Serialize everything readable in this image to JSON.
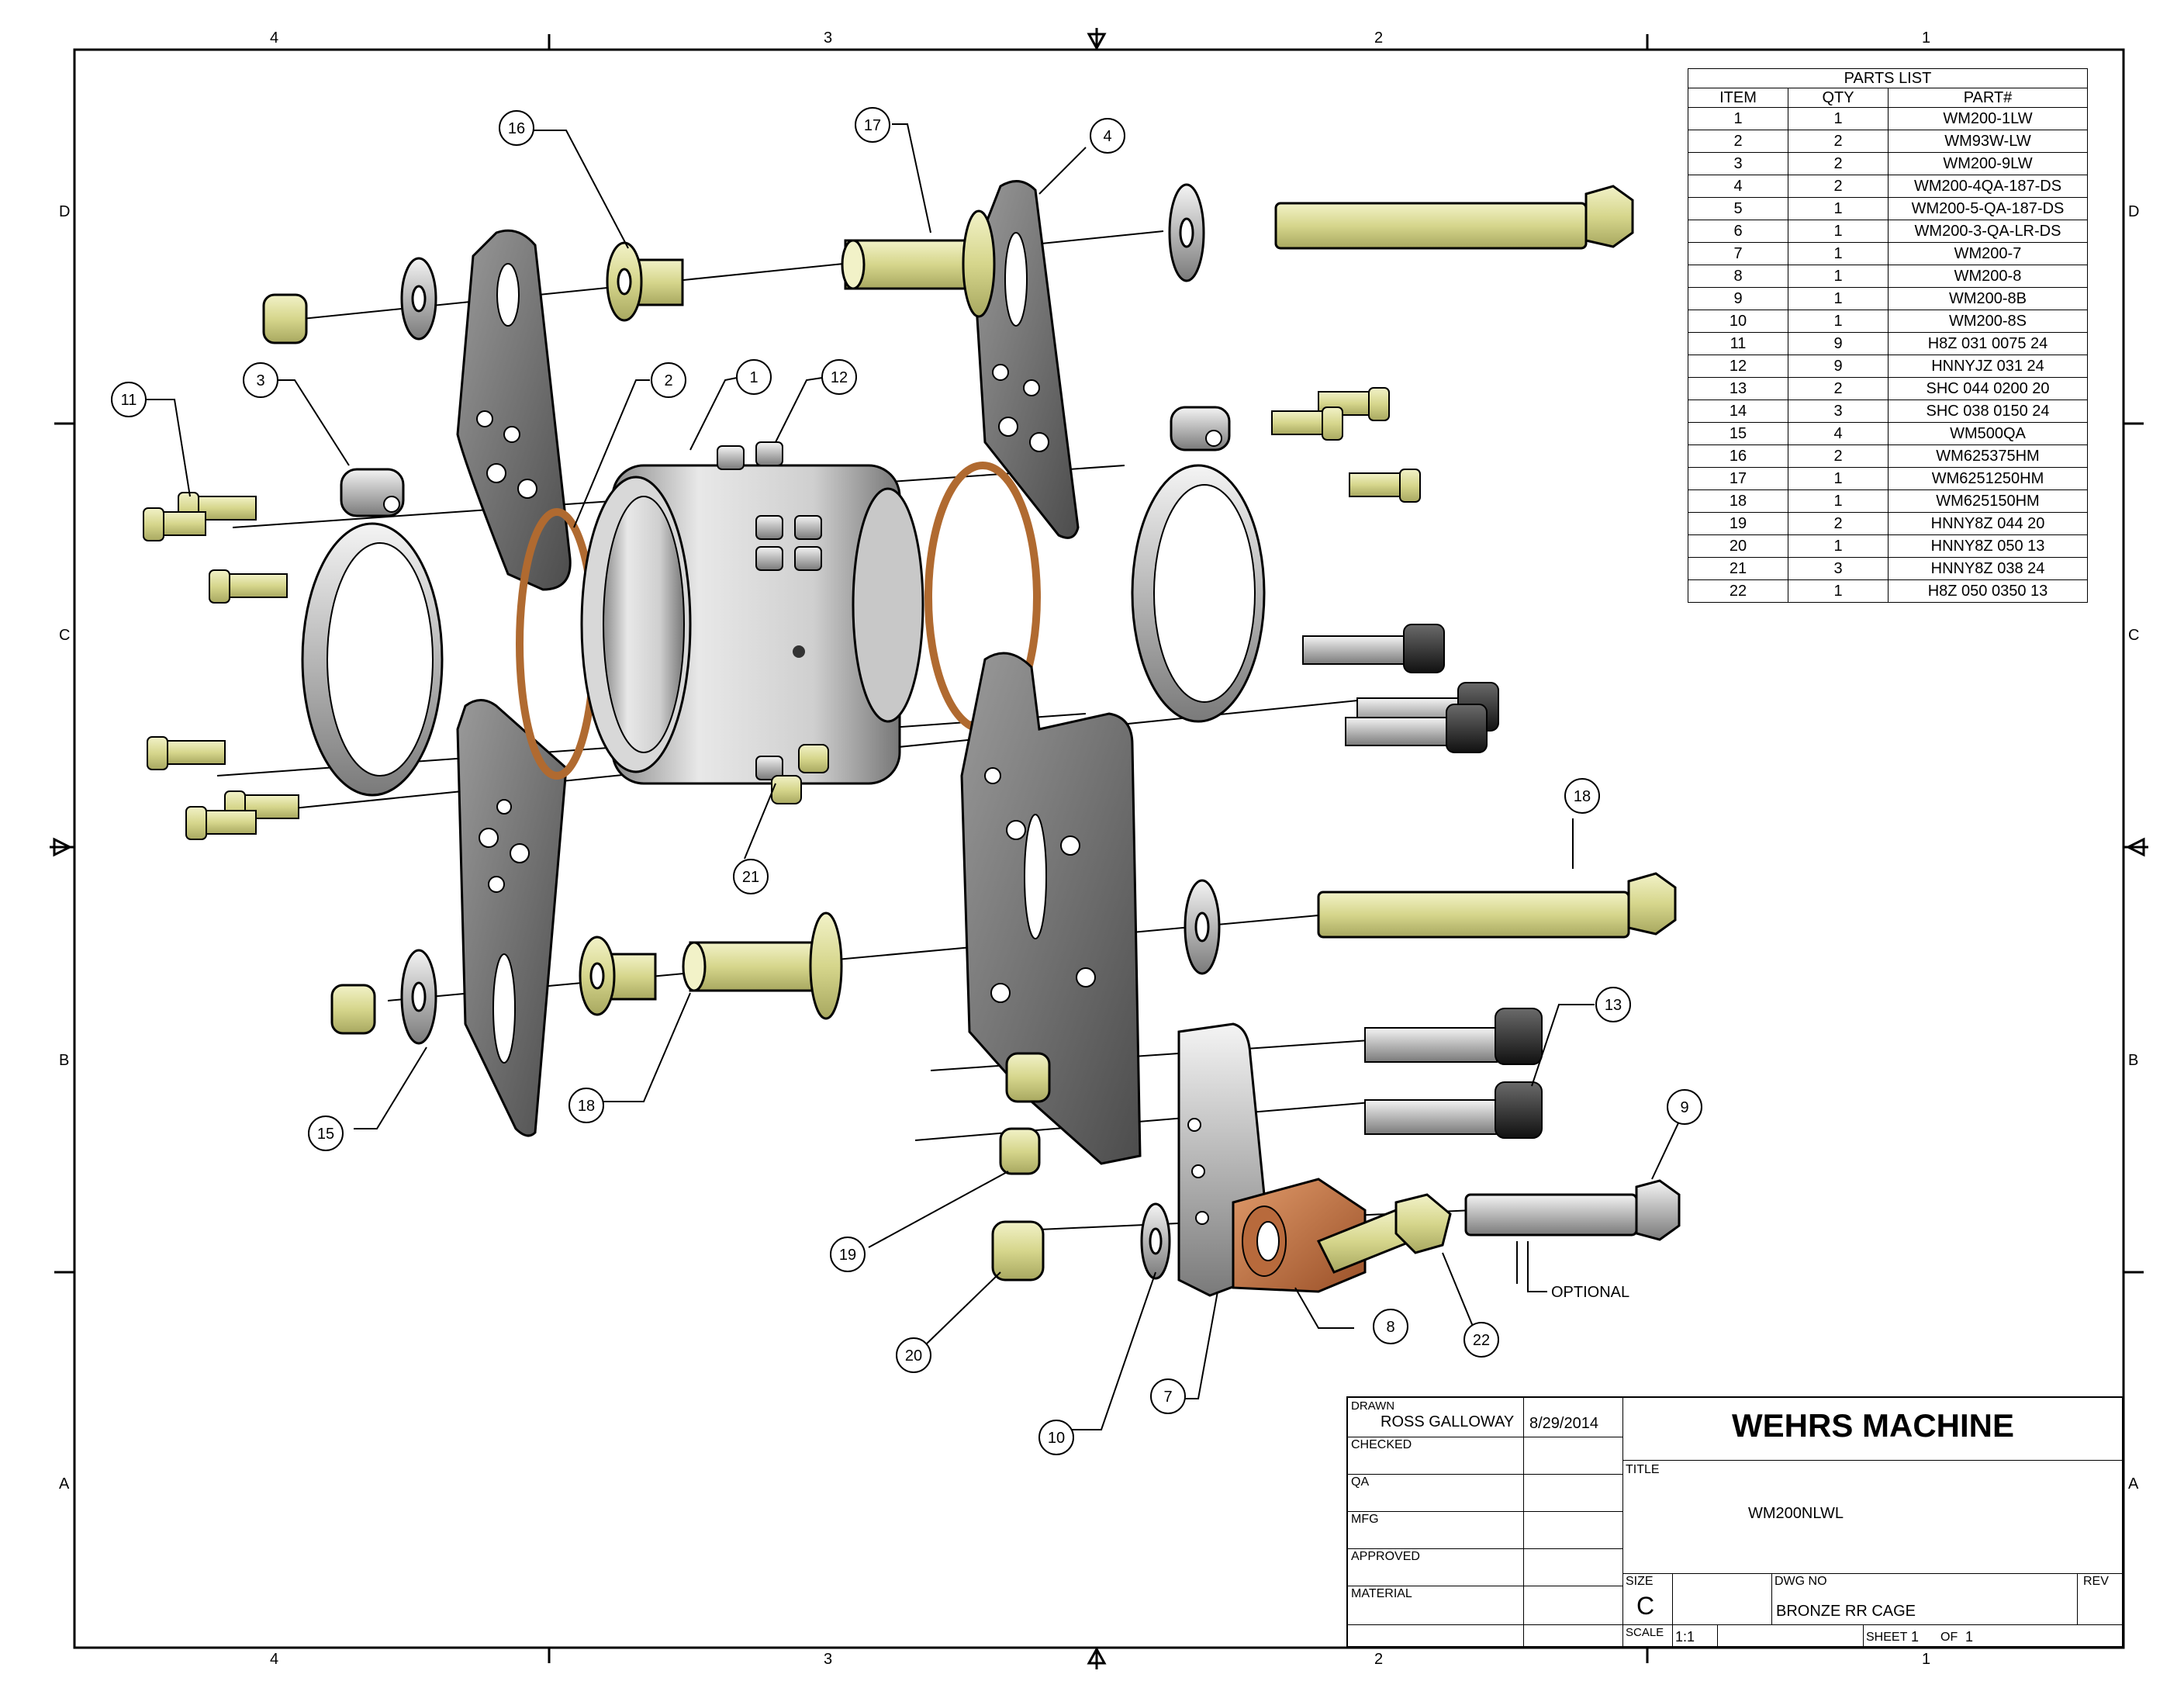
{
  "zones": {
    "top": [
      "4",
      "3",
      "2",
      "1"
    ],
    "side": [
      "D",
      "C",
      "B",
      "A"
    ]
  },
  "parts_list": {
    "title": "PARTS LIST",
    "headers": [
      "ITEM",
      "QTY",
      "PART#"
    ],
    "rows": [
      [
        "1",
        "1",
        "WM200-1LW"
      ],
      [
        "2",
        "2",
        "WM93W-LW"
      ],
      [
        "3",
        "2",
        "WM200-9LW"
      ],
      [
        "4",
        "2",
        "WM200-4QA-187-DS"
      ],
      [
        "5",
        "1",
        "WM200-5-QA-187-DS"
      ],
      [
        "6",
        "1",
        "WM200-3-QA-LR-DS"
      ],
      [
        "7",
        "1",
        "WM200-7"
      ],
      [
        "8",
        "1",
        "WM200-8"
      ],
      [
        "9",
        "1",
        "WM200-8B"
      ],
      [
        "10",
        "1",
        "WM200-8S"
      ],
      [
        "11",
        "9",
        "H8Z 031 0075 24"
      ],
      [
        "12",
        "9",
        "HNNYJZ 031 24"
      ],
      [
        "13",
        "2",
        "SHC 044 0200 20"
      ],
      [
        "14",
        "3",
        "SHC 038 0150 24"
      ],
      [
        "15",
        "4",
        "WM500QA"
      ],
      [
        "16",
        "2",
        "WM625375HM"
      ],
      [
        "17",
        "1",
        "WM6251250HM"
      ],
      [
        "18",
        "1",
        "WM625150HM"
      ],
      [
        "19",
        "2",
        "HNNY8Z 044 20"
      ],
      [
        "20",
        "1",
        "HNNY8Z 050 13"
      ],
      [
        "21",
        "3",
        "HNNY8Z 038 24"
      ],
      [
        "22",
        "1",
        "H8Z 050 0350 13"
      ]
    ]
  },
  "balloons": [
    "16",
    "17",
    "4",
    "3",
    "2",
    "1",
    "12",
    "11",
    "21",
    "18",
    "13",
    "9",
    "15",
    "18",
    "19",
    "20",
    "10",
    "7",
    "8",
    "22"
  ],
  "optional_label": "OPTIONAL",
  "title_block": {
    "drawn_label": "DRAWN",
    "drawn_by": "ROSS GALLOWAY",
    "drawn_date": "8/29/2014",
    "checked_label": "CHECKED",
    "qa_label": "QA",
    "mfg_label": "MFG",
    "approved_label": "APPROVED",
    "material_label": "MATERIAL",
    "company": "WEHRS MACHINE",
    "title_label": "TITLE",
    "title_value": "WM200NLWL",
    "size_label": "SIZE",
    "size_value": "C",
    "dwg_no_label": "DWG NO",
    "dwg_no_value": "BRONZE RR CAGE",
    "rev_label": "REV",
    "scale_label": "SCALE",
    "scale_value": "1:1",
    "sheet_label": "SHEET",
    "sheet_num": "1",
    "of_label": "OF",
    "sheet_total": "1"
  },
  "colors": {
    "line": "#000000",
    "brass": "#d8d890",
    "steel": "#b8b8b8",
    "dark_plate": "#6e6e6e",
    "copper_ring": "#b06a30",
    "bronze": "#c8784a"
  }
}
